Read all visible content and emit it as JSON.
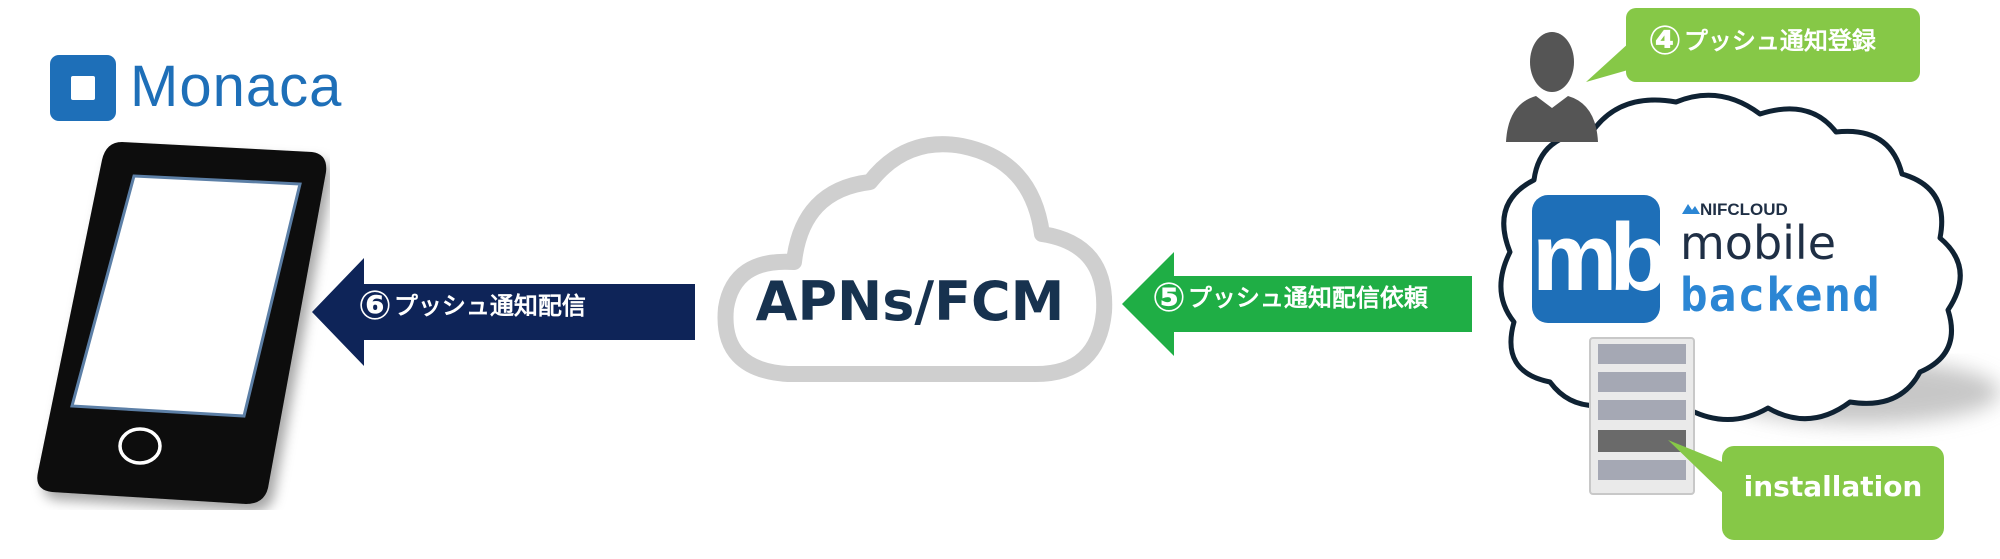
{
  "brand": {
    "monaca": "Monaca"
  },
  "cloud": {
    "label": "APNs/FCM"
  },
  "arrows": {
    "delivery": {
      "num": "⑥",
      "text": "プッシュ通知配信",
      "color": "#0e2458"
    },
    "request": {
      "num": "⑤",
      "text": "プッシュ通知配信依頼",
      "color": "#1fae45"
    }
  },
  "callouts": {
    "register": {
      "num": "④",
      "text": "プッシュ通知登録",
      "color": "#86c847"
    },
    "installation": {
      "text": "installation",
      "color": "#86c847"
    }
  },
  "mobile_backend": {
    "mark": "mb",
    "vendor": "NIFCLOUD",
    "line1": "mobile",
    "line2": "backend"
  },
  "colors": {
    "brand_blue": "#1e6fb8",
    "navy": "#0e2458",
    "green": "#1fae45",
    "lime": "#86c847",
    "cloud_gray": "#cfcfcf"
  },
  "icons": [
    "smartphone-icon",
    "person-icon",
    "server-icon",
    "cloud-icon"
  ]
}
